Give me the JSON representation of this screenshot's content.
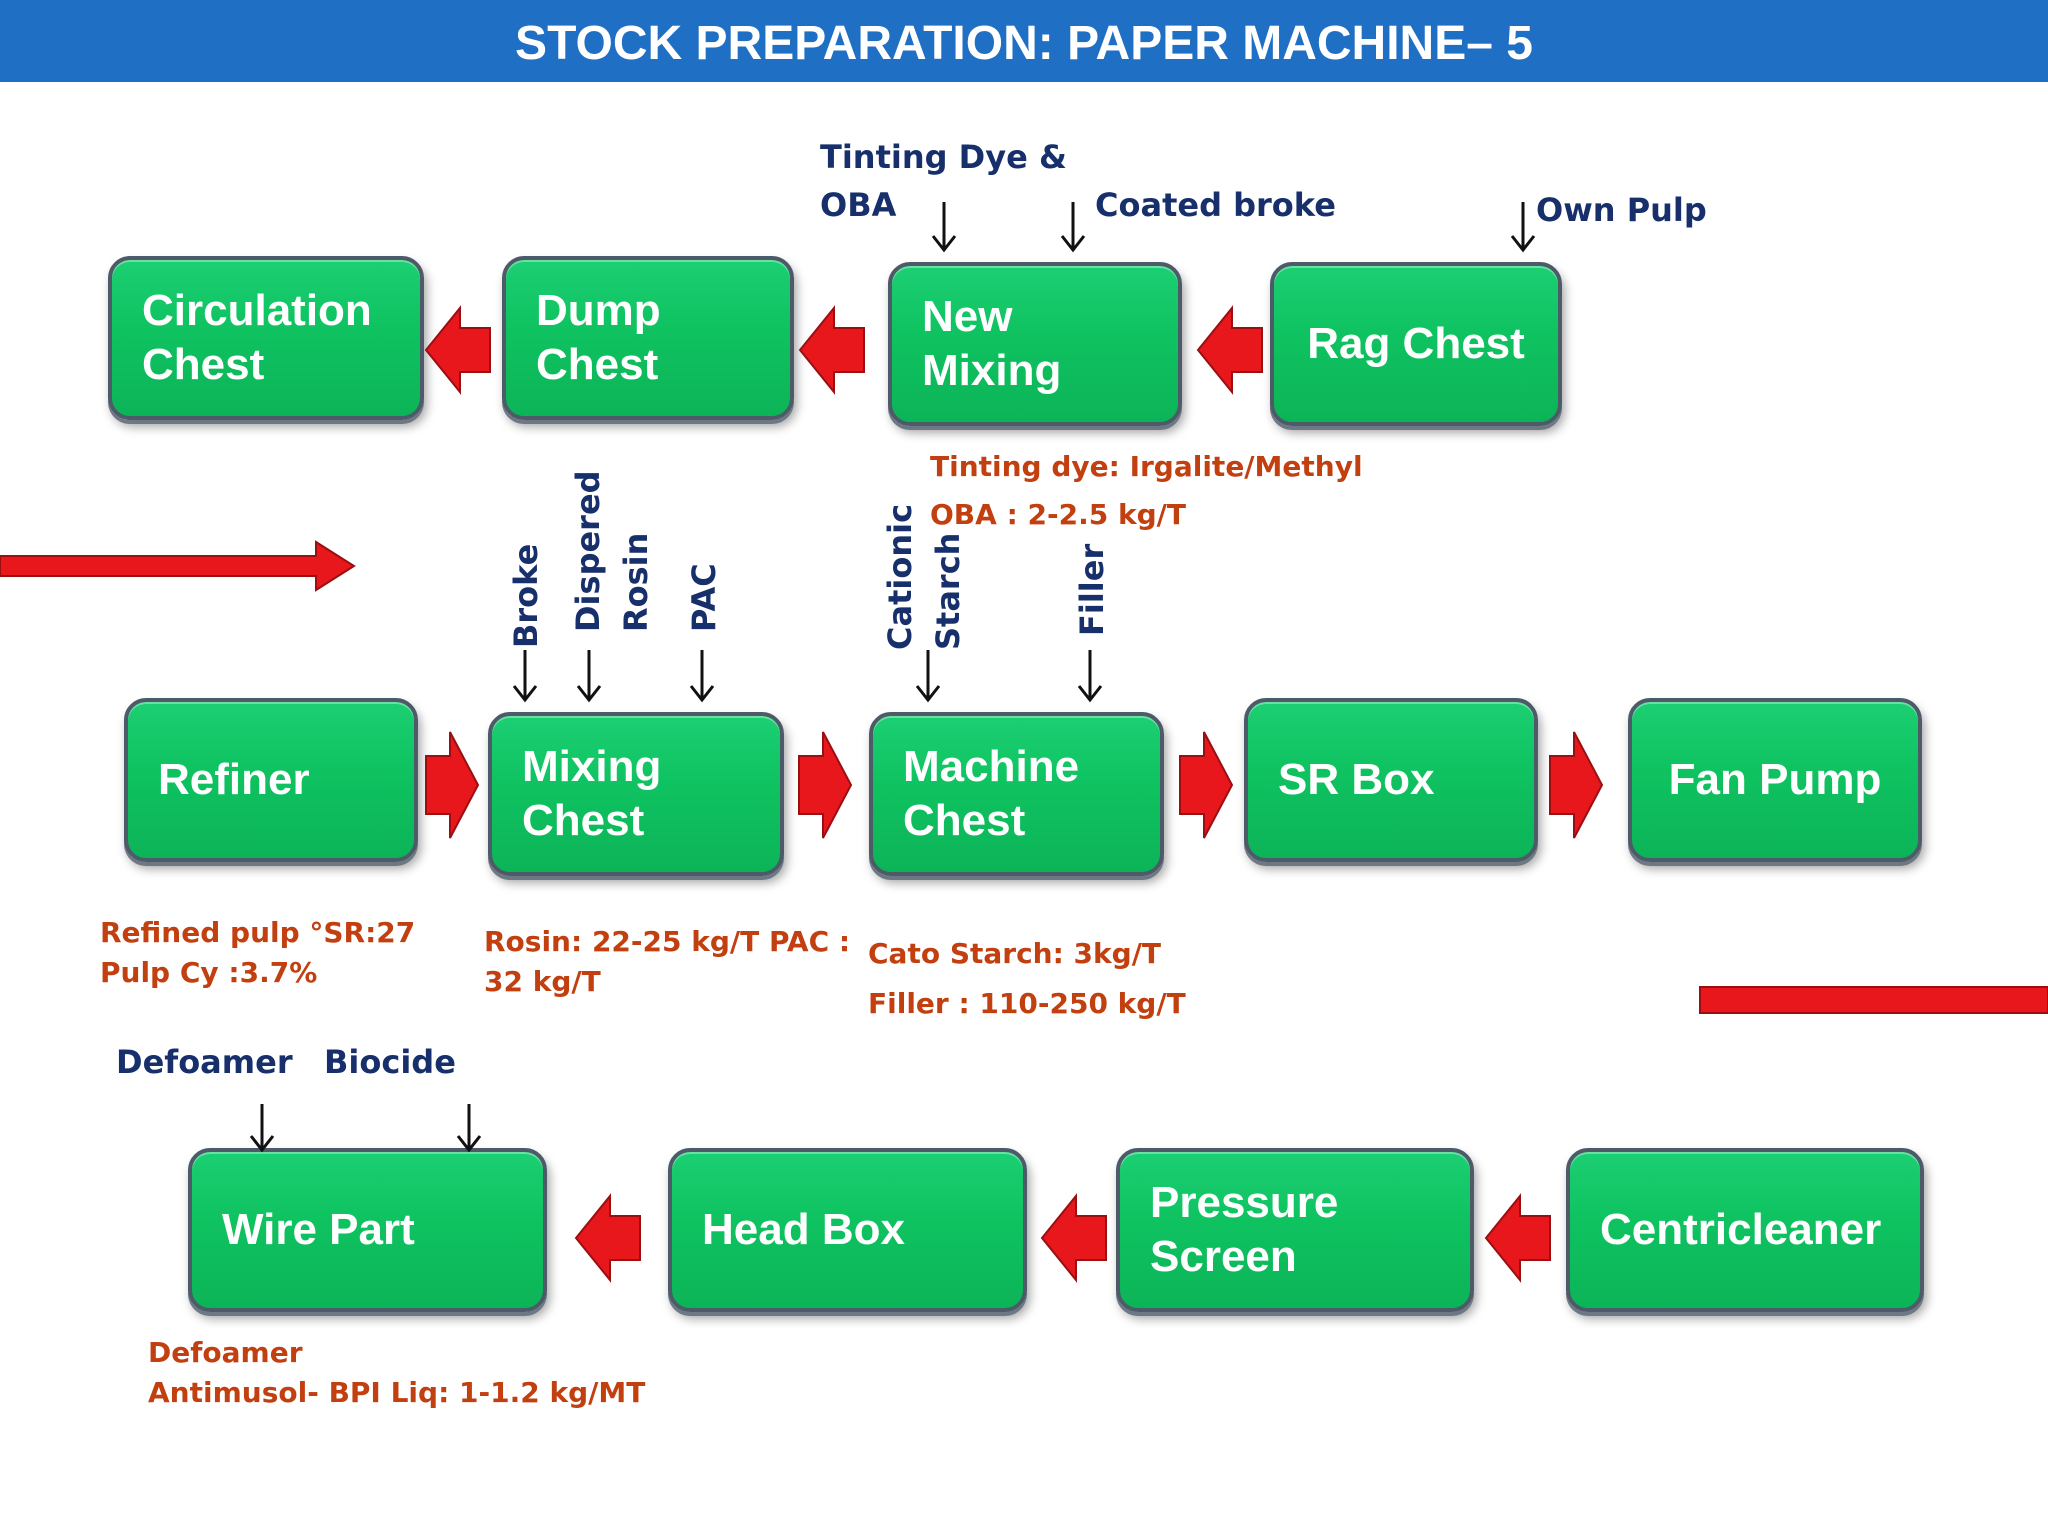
{
  "header": {
    "title": "STOCK PREPARATION: PAPER MACHINE– 5",
    "color": "#1f6fc4"
  },
  "colors": {
    "box_green": "#10c262",
    "arrow_red": "#e8171c",
    "note_text": "#c23f10",
    "additive_text": "#17306b"
  },
  "row1": {
    "boxes": [
      "Circulation\nChest",
      "Dump\nChest",
      "New\nMixing",
      "Rag Chest"
    ],
    "additives": {
      "tinting": "Tinting Dye &\nOBA",
      "coated_broke": "Coated broke",
      "own_pulp": "Own Pulp"
    },
    "note": "Tinting dye: Irgalite/Methyl\nOBA : 2-2.5 kg/T"
  },
  "row2": {
    "boxes": [
      "Refiner",
      "Mixing\nChest",
      "Machine\nChest",
      "SR Box",
      "Fan Pump"
    ],
    "additives": {
      "broke": "Broke",
      "dispered": "Dispered",
      "rosin": "Rosin",
      "pac": "PAC",
      "cationic": "Cationic",
      "starch": "Starch",
      "filler": "Filler"
    },
    "notes": {
      "refiner": "Refined pulp °SR:27\nPulp Cy        :3.7%",
      "mixing": "Rosin: 22-25 kg/T PAC :\n32 kg/T",
      "machine": "Cato Starch: 3kg/T\nFiller : 110-250 kg/T"
    }
  },
  "row3": {
    "boxes": [
      "Wire Part",
      "Head Box",
      "Pressure\nScreen",
      "Centricleaner"
    ],
    "additives": {
      "defoamer": "Defoamer",
      "biocide": "Biocide"
    },
    "note": "Defoamer\nAntimusol- BPI Liq: 1-1.2 kg/MT"
  },
  "icons": {
    "flow_arrow": "red-block-arrow-icon",
    "input_arrow": "down-arrow-icon"
  }
}
